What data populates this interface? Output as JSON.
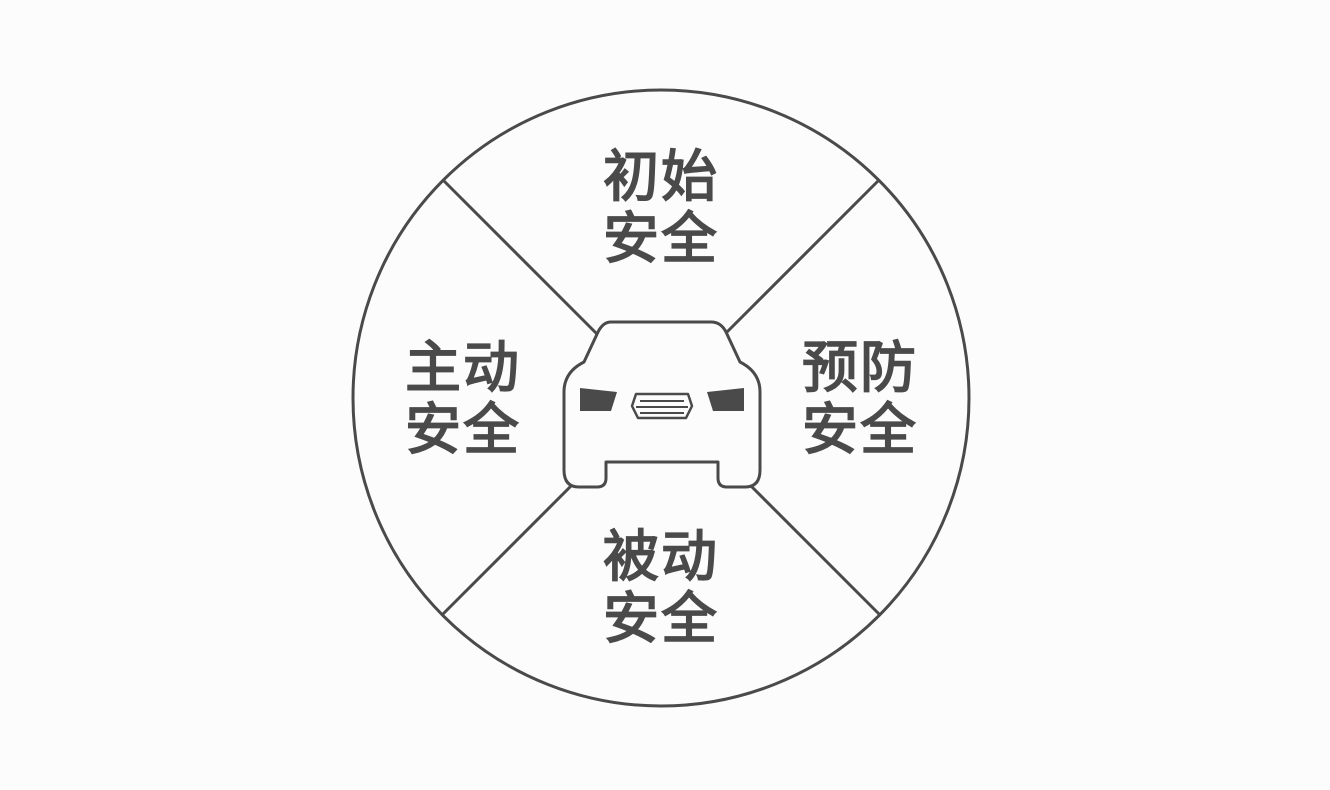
{
  "diagram": {
    "segments": {
      "top": {
        "line1": "初始",
        "line2": "安全"
      },
      "left": {
        "line1": "主动",
        "line2": "安全"
      },
      "right": {
        "line1": "预防",
        "line2": "安全"
      },
      "bottom": {
        "line1": "被动",
        "line2": "安全"
      }
    },
    "center_icon": "car-front-icon",
    "colors": {
      "stroke": "#4a4a4a",
      "text": "#4a4a4a",
      "background": "#fcfcfc"
    }
  }
}
